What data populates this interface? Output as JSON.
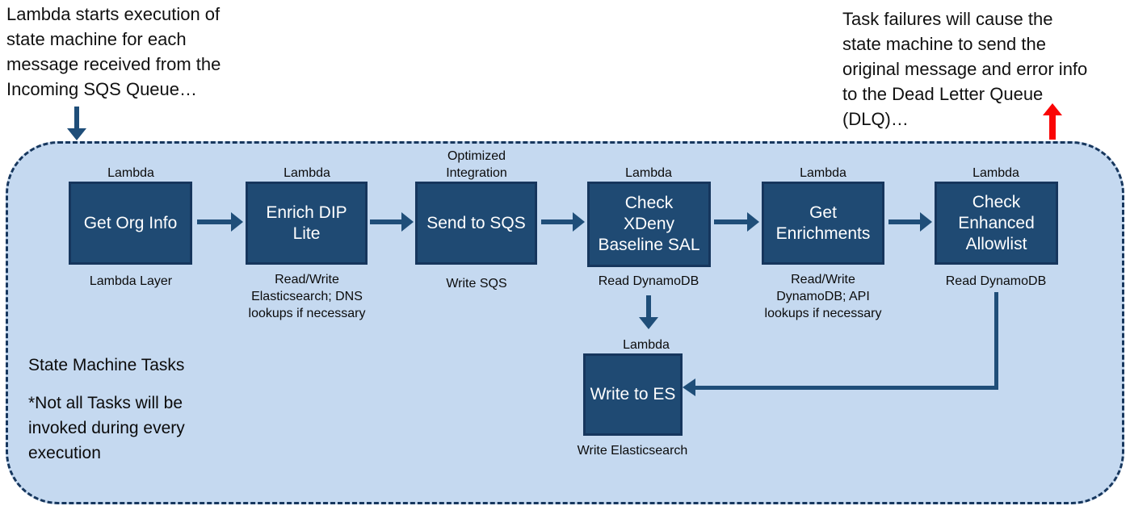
{
  "notes": {
    "start_note": "Lambda starts execution of\nstate machine for each\nmessage received from the\nIncoming SQS Queue…",
    "dlq_note": "Task failures will cause the\nstate machine to send the\noriginal message and error info\nto the Dead Letter Queue\n(DLQ)…"
  },
  "container": {
    "title": "State Machine Tasks",
    "footnote": "*Not all Tasks will be\ninvoked during every\nexecution"
  },
  "tasks": [
    {
      "top_label": "Lambda",
      "title": "Get Org Info",
      "bottom_label": "Lambda Layer"
    },
    {
      "top_label": "Lambda",
      "title": "Enrich DIP\nLite",
      "bottom_label": "Read/Write\nElasticsearch; DNS\nlookups if necessary"
    },
    {
      "top_label": "Optimized\nIntegration",
      "title": "Send to SQS",
      "bottom_label": "Write SQS"
    },
    {
      "top_label": "Lambda",
      "title": "Check\nXDeny\nBaseline SAL",
      "bottom_label": "Read DynamoDB"
    },
    {
      "top_label": "Lambda",
      "title": "Get\nEnrichments",
      "bottom_label": "Read/Write\nDynamoDB; API\nlookups if necessary"
    },
    {
      "top_label": "Lambda",
      "title": "Check\nEnhanced\nAllowlist",
      "bottom_label": "Read DynamoDB"
    },
    {
      "top_label": "Lambda",
      "title": "Write to ES",
      "bottom_label": "Write Elasticsearch"
    }
  ],
  "colors": {
    "task_box_fill": "#1F4A73",
    "task_box_border": "#16365D",
    "flow_arrow": "#1F4E79",
    "container_fill": "#C5D9F0",
    "container_border": "#17375E",
    "dlq_arrow_red": "#FA0505",
    "box_text": "#FFFFFF"
  }
}
